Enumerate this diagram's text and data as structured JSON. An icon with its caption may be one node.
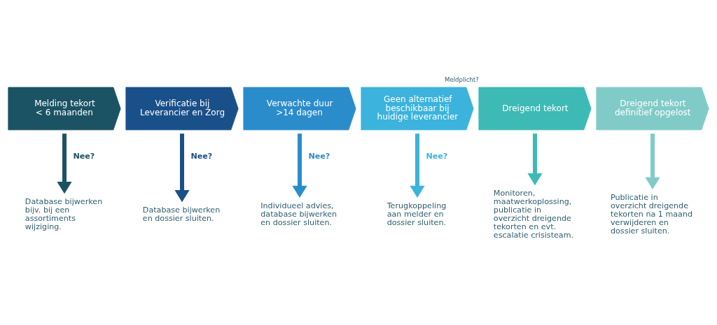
{
  "diagram": {
    "nodes": [
      {
        "text": [
          "Melding tekort < 6 maanden"
        ]
      },
      {
        "text": [
          "Verificatie bij Leverancier en Zorg"
        ]
      },
      {
        "text": [
          "Verwachte duur >14 dagen"
        ]
      },
      {
        "text": [
          "Geen alternatief beschikbaar bij huidige leverancier"
        ]
      },
      {
        "text": [
          "Dreigend tekort"
        ],
        "beside": [
          "Meldplicht?"
        ]
      },
      {
        "text": [
          "Dreigend tekort definitief opgelost"
        ]
      },
      {
        "text": [
          "Database bijwerken bijv. bij een assortiments wijziging."
        ]
      },
      {
        "text": [
          "Database bijwerken en dossier sluiten."
        ]
      },
      {
        "text": [
          "Individueel advies, database bijwerken en dossier sluiten."
        ]
      },
      {
        "text": [
          "Terugkoppeling aan melder en dossier sluiten."
        ]
      },
      {
        "text": [
          "Monitoren, maatwerkoplossing, publicatie in overzicht dreigende tekorten en evt. escalatie crisisteam."
        ]
      },
      {
        "text": [
          "Publicatie in overzicht dreigende tekorten na 1 maand verwijderen en dossier sluiten."
        ]
      }
    ],
    "edges": [
      {
        "from": 0,
        "to": 6,
        "arrow": "to",
        "label": "Nee?",
        "color": "#1b5264"
      },
      {
        "from": 1,
        "to": 7,
        "arrow": "to",
        "label": "Nee?",
        "color": "#1a508a"
      },
      {
        "from": 2,
        "to": 8,
        "arrow": "to",
        "label": "Nee?",
        "color": "#2b8ccb"
      },
      {
        "from": 3,
        "to": 9,
        "arrow": "to",
        "label": "Nee?",
        "color": "#3bb3dc"
      },
      {
        "from": 4,
        "to": 10,
        "arrow": "to",
        "color": "#3dbab5"
      },
      {
        "from": 5,
        "to": 11,
        "arrow": "to",
        "color": "#80cbc8"
      }
    ]
  }
}
